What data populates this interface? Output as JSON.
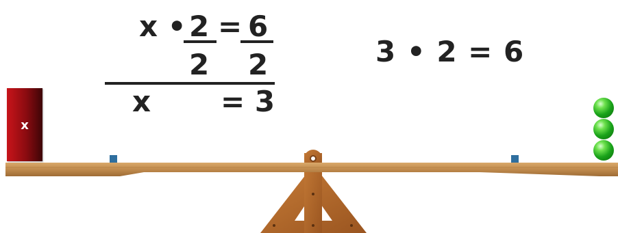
{
  "work": {
    "row1": {
      "lhs": "x •",
      "num_left": "2",
      "equals": "=",
      "num_right": "6"
    },
    "row2": {
      "den_left": "2",
      "den_right": "2"
    },
    "result": {
      "var": "x",
      "equals": "= 3"
    }
  },
  "check": {
    "text": "3 • 2 = 6"
  },
  "seesaw": {
    "left_block": {
      "label": "x"
    },
    "right_balls": {
      "count": 3
    }
  },
  "colors": {
    "block": "#b0101a",
    "ball": "#1aa31a",
    "board": "#c48f52",
    "fulcrum": "#b86a2a",
    "marker": "#2f6f9f",
    "text": "#222222"
  }
}
